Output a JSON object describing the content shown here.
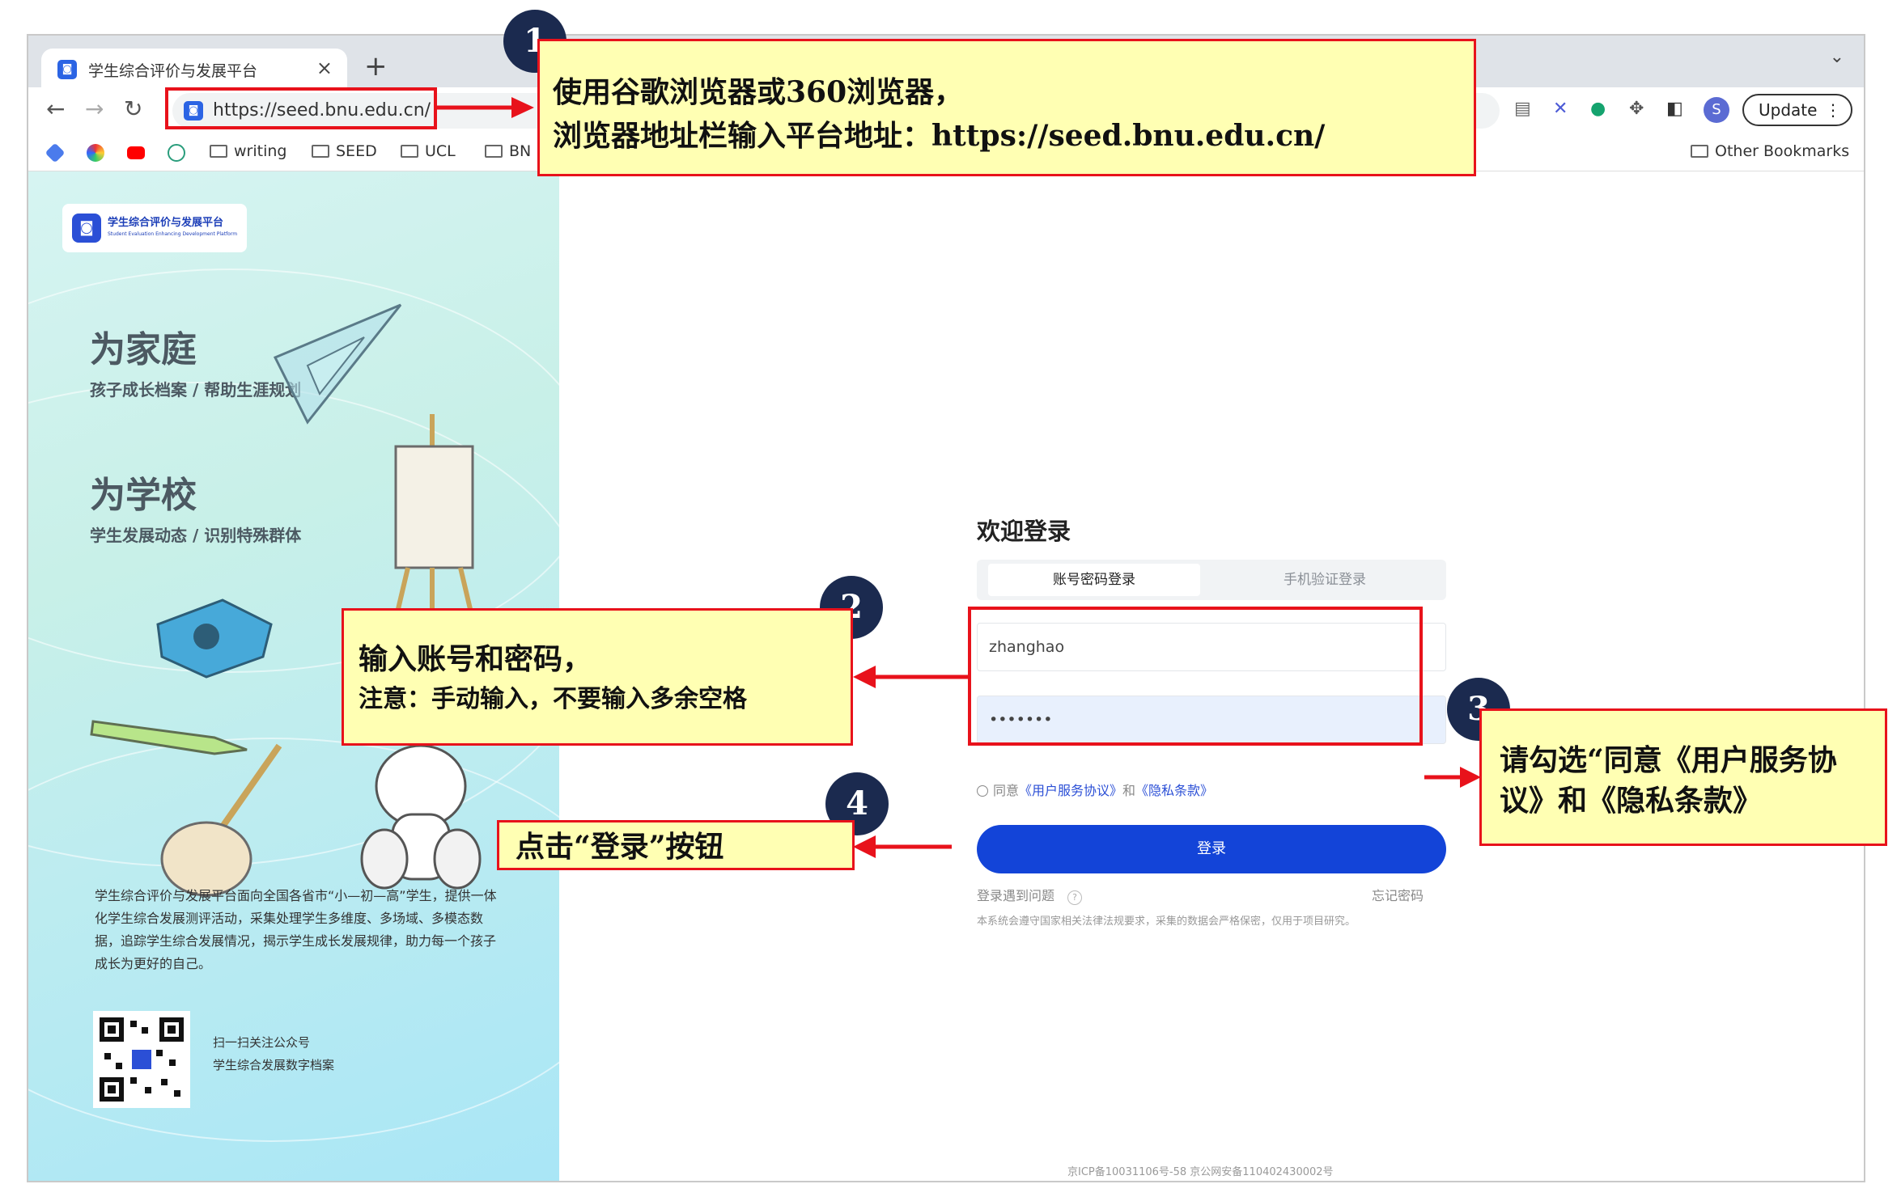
{
  "browser": {
    "tab_title": "学生综合评价与发展平台",
    "tab_close": "×",
    "new_tab": "+",
    "tab_chevron": "⌄",
    "url": "https://seed.bnu.edu.cn/",
    "profile_initial": "S",
    "update_label": "Update",
    "menu_dots": "⋮",
    "bookmarks": [
      "writing",
      "SEED",
      "UCL",
      "BN"
    ],
    "other_bookmarks": "Other Bookmarks"
  },
  "promo": {
    "logo_name": "学生综合评价与发展平台",
    "logo_sub": "Student Evaluation Enhancing Development Platform",
    "family_heading": "为家庭",
    "family_sub": "孩子成长档案 / 帮助生涯规划",
    "school_heading": "为学校",
    "school_sub": "学生发展动态 / 识别特殊群体",
    "description": "学生综合评价与发展平台面向全国各省市“小—初—高”学生，提供一体化学生综合发展测评活动，采集处理学生多维度、多场域、多模态数据，追踪学生综合发展情况，揭示学生成长发展规律，助力每一个孩子成长为更好的自己。",
    "qr_line1": "扫一扫关注公众号",
    "qr_line2": "学生综合发展数字档案"
  },
  "login": {
    "title": "欢迎登录",
    "tab_password": "账号密码登录",
    "tab_sms": "手机验证登录",
    "username_value": "zhanghao",
    "password_value": "•••••••",
    "agree_prefix": "同意",
    "agree_terms": "《用户服务协议》",
    "agree_and": "和",
    "agree_privacy": "《隐私条款》",
    "login_button": "登录",
    "help": "登录遇到问题",
    "help_icon": "?",
    "forgot": "忘记密码",
    "notice": "本系统会遵守国家相关法律法规要求，采集的数据会严格保密，仅用于项目研究。",
    "icp": "京ICP备10031106号-58 京公网安备110402430002号"
  },
  "annotations": {
    "badge1": "1",
    "note1_line1": "使用谷歌浏览器或360浏览器，",
    "note1_line2": "浏览器地址栏输入平台地址：https://seed.bnu.edu.cn/",
    "badge2": "2",
    "note2_line1": "输入账号和密码，",
    "note2_line2": "注意：手动输入，不要输入多余空格",
    "badge3": "3",
    "note3": "请勾选“同意《用户服务协议》和《隐私条款》",
    "badge4": "4",
    "note4": "点击“登录”按钮"
  },
  "colors": {
    "accent_blue": "#1344d8",
    "annotation_red": "#e8121b",
    "annotation_fill": "#ffffb3",
    "badge_navy": "#1b2a4f"
  }
}
